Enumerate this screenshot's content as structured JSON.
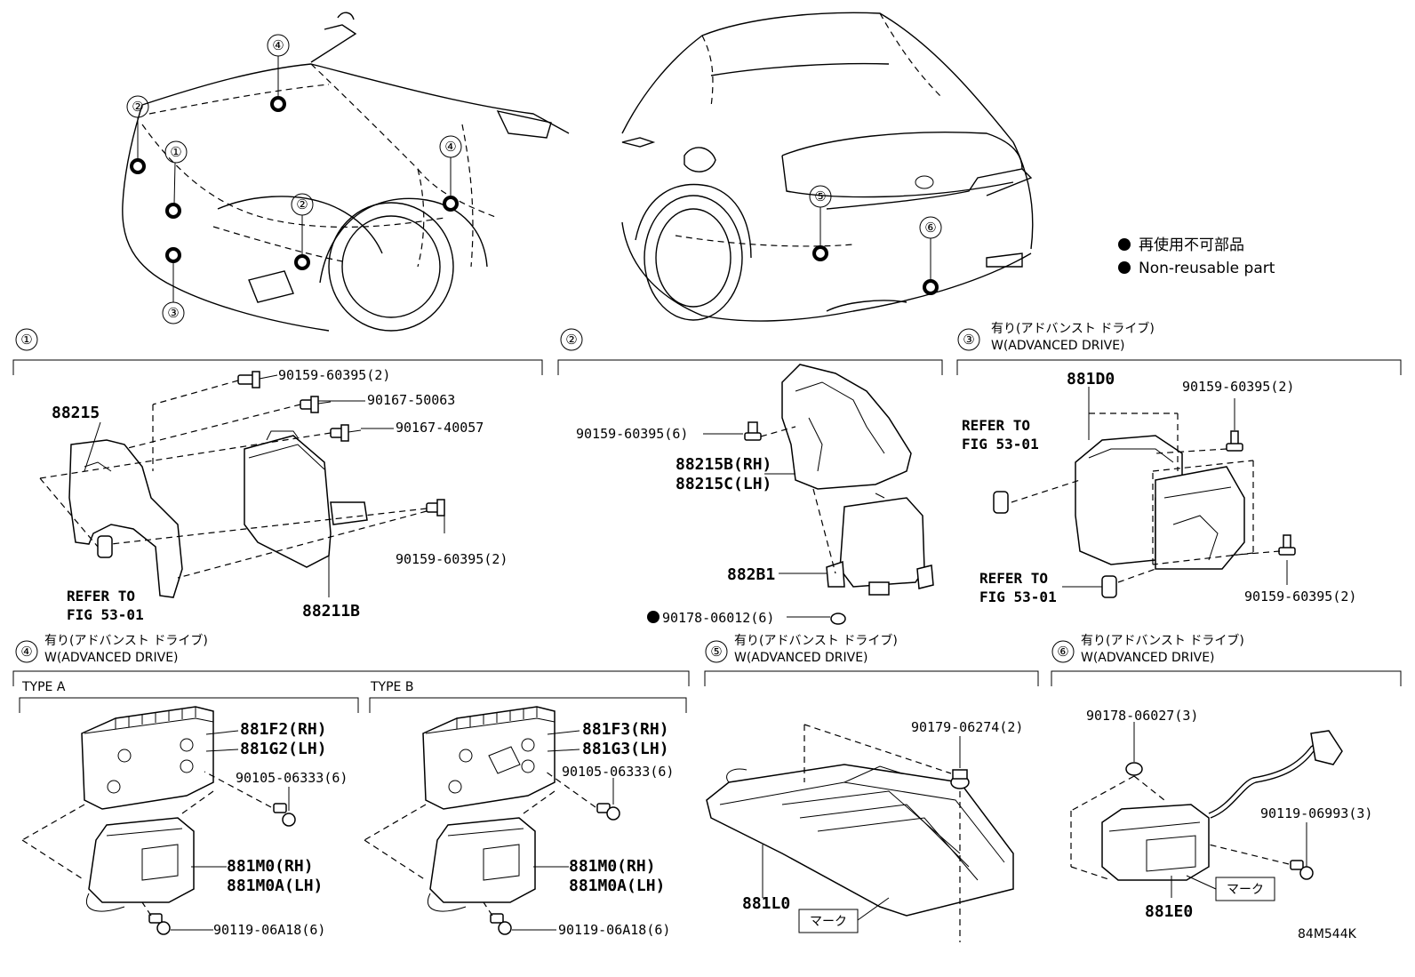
{
  "legend": {
    "jp": "再使用不可部品",
    "en": "Non-reusable part"
  },
  "figure_code": "84M544K",
  "car_markers": [
    "①",
    "②",
    "③",
    "④",
    "⑤",
    "⑥"
  ],
  "sections": {
    "s1": {
      "marker": "①"
    },
    "s2": {
      "marker": "②"
    },
    "s3": {
      "marker": "③",
      "jp": "有り(アドバンスト ドライブ)",
      "en": "W(ADVANCED DRIVE)"
    },
    "s4": {
      "marker": "④",
      "jp": "有り(アドバンスト ドライブ)",
      "en": "W(ADVANCED DRIVE)",
      "type_a": "TYPE A",
      "type_b": "TYPE B"
    },
    "s5": {
      "marker": "⑤",
      "jp": "有り(アドバンスト ドライブ)",
      "en": "W(ADVANCED DRIVE)"
    },
    "s6": {
      "marker": "⑥",
      "jp": "有り(アドバンスト ドライブ)",
      "en": "W(ADVANCED DRIVE)"
    }
  },
  "labels": {
    "p1_88215": "88215",
    "p1_90159a": "90159-60395(2)",
    "p1_90167a": "90167-50063",
    "p1_90167b": "90167-40057",
    "p1_90159b": "90159-60395(2)",
    "p1_ref1": "REFER TO",
    "p1_ref2": "FIG 53-01",
    "p1_88211b": "88211B",
    "p2_90159": "90159-60395(6)",
    "p2_88215b": "88215B(RH)",
    "p2_88215c": "88215C(LH)",
    "p2_882b1": "882B1",
    "p2_90178": "90178-06012(6)",
    "p3_881d0": "881D0",
    "p3_90159a": "90159-60395(2)",
    "p3_ref1a": "REFER TO",
    "p3_ref1b": "FIG 53-01",
    "p3_ref2a": "REFER TO",
    "p3_ref2b": "FIG 53-01",
    "p3_90159b": "90159-60395(2)",
    "p4a_881f2": "881F2(RH)",
    "p4a_881g2": "881G2(LH)",
    "p4a_90105": "90105-06333(6)",
    "p4a_881m0": "881M0(RH)",
    "p4a_881m0a": "881M0A(LH)",
    "p4a_90119": "90119-06A18(6)",
    "p4b_881f3": "881F3(RH)",
    "p4b_881g3": "881G3(LH)",
    "p4b_90105": "90105-06333(6)",
    "p4b_881m0": "881M0(RH)",
    "p4b_881m0a": "881M0A(LH)",
    "p4b_90119": "90119-06A18(6)",
    "p5_90179": "90179-06274(2)",
    "p5_881l0": "881L0",
    "p5_mark": "マーク",
    "p6_90178": "90178-06027(3)",
    "p6_90119": "90119-06993(3)",
    "p6_mark": "マーク",
    "p6_881e0": "881E0"
  }
}
